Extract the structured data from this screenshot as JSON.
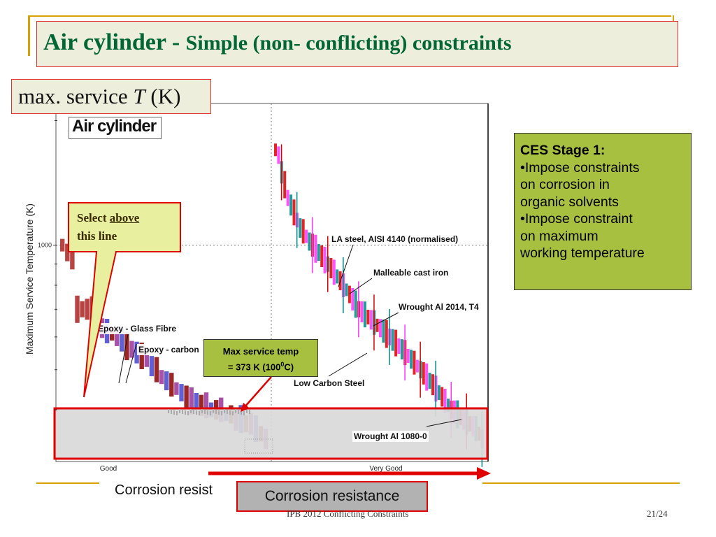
{
  "slide": {
    "title_main": "Air cylinder - ",
    "title_sub": "Simple (non- conflicting) constraints",
    "footer_center": "IPB 2012 Conflicting Constraints",
    "footer_page": "21/24",
    "accent_gold": "#d8a000",
    "accent_red": "#e0322c"
  },
  "overlay": {
    "max_service_prefix": "max. service ",
    "max_service_var": "T",
    "max_service_unit": " (K)",
    "select_line1": "Select ",
    "select_emph": "above",
    "select_line2": "this line",
    "max_temp_line1": "Max service temp",
    "max_temp_line2_pre": "= 373 K (100",
    "max_temp_sup": "0",
    "max_temp_line2_post": "C)",
    "corrosion_under": "Corrosion resist",
    "corrosion_box": "Corrosion resistance"
  },
  "ces": {
    "title": "CES Stage 1:",
    "lines": [
      "•Impose constraints",
      "on corrosion in",
      "organic solvents",
      "•Impose constraint",
      "on maximum",
      "working temperature"
    ]
  },
  "chart_data": {
    "type": "scatter",
    "title": "Air cylinder",
    "xlabel": "",
    "ylabel": "Maximum Service Temperature (K)",
    "x_categories": [
      "Good",
      "Very Good"
    ],
    "y_scale": "log",
    "y_ticks": [
      1000
    ],
    "ylim": [
      300,
      2200
    ],
    "threshold_y": 373,
    "annotations": [
      "LA steel, AISI 4140 (normalised)",
      "Malleable cast iron",
      "Wrought Al  2014, T4",
      "Epoxy - Glass Fibre",
      "Epoxy - carbon",
      "Low Carbon Steel",
      "Wrought Al 1080-0"
    ],
    "series": [
      {
        "category": "Good",
        "y_values": [
          1000,
          960,
          930,
          700,
          700,
          700,
          700,
          650,
          630,
          620,
          610,
          600,
          590,
          570,
          560,
          550,
          540,
          530,
          510,
          500,
          480,
          470,
          460,
          450,
          440,
          430,
          420,
          420,
          410,
          410,
          400,
          400,
          400,
          390,
          390,
          380,
          380,
          370,
          370,
          360,
          350,
          340
        ]
      },
      {
        "category": "Very Good",
        "y_values": [
          1700,
          1650,
          1500,
          1400,
          1300,
          1250,
          1200,
          1150,
          1100,
          1080,
          1050,
          1020,
          1000,
          980,
          960,
          940,
          920,
          900,
          880,
          860,
          840,
          820,
          800,
          780,
          760,
          740,
          720,
          700,
          690,
          680,
          670,
          660,
          650,
          640,
          630,
          620,
          610,
          600,
          590,
          580,
          570,
          560,
          550,
          540,
          530,
          520,
          510,
          500,
          490,
          480,
          470,
          460,
          450,
          440,
          430,
          420,
          410,
          400,
          395,
          390,
          385,
          380,
          375,
          370,
          365,
          360,
          350,
          340
        ]
      }
    ],
    "colors": {
      "marker_primary": "#dd0000",
      "marker_secondary": "#ff33ff",
      "marker_teal": "#008888",
      "marker_blue": "#4444cc",
      "selection_fill": "#d9d9d9"
    }
  }
}
